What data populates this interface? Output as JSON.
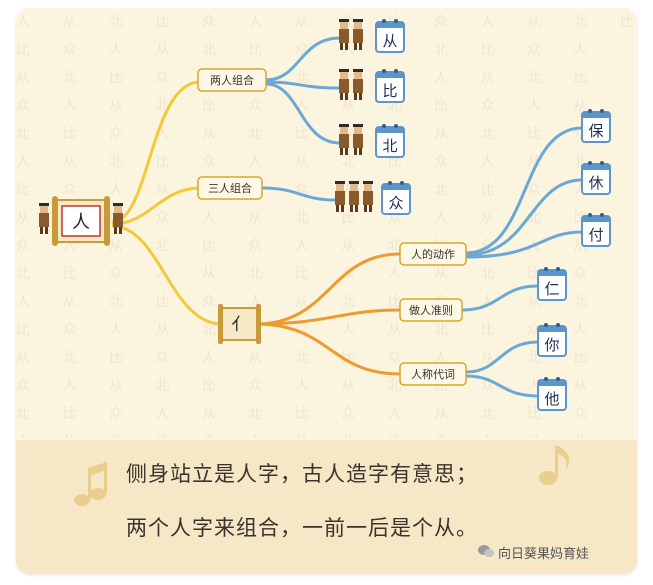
{
  "root": {
    "char": "人"
  },
  "branches": {
    "two_person": "两人组合",
    "three_person": "三人组合",
    "radical": "亻",
    "action": "人的动作",
    "rule": "做人准则",
    "pronoun": "人称代词"
  },
  "cards": {
    "cong": "从",
    "bi": "比",
    "bei": "北",
    "zhong": "众",
    "bao": "保",
    "xiu": "休",
    "fu": "付",
    "ren": "仁",
    "ni": "你",
    "ta": "他"
  },
  "poem": {
    "line1": "侧身站立是人字，古人造字有意思；",
    "line2": "两个人字来组合，一前一后是个从。"
  },
  "watermark": "向日葵果妈育娃",
  "colors": {
    "yellow_branch": "#f3c93a",
    "blue_branch": "#6aa8d6",
    "orange_branch": "#ee9a2c",
    "card_border": "#5b95c9",
    "card_ring": "#2f5f8f",
    "label_border": "#d6a72c"
  }
}
